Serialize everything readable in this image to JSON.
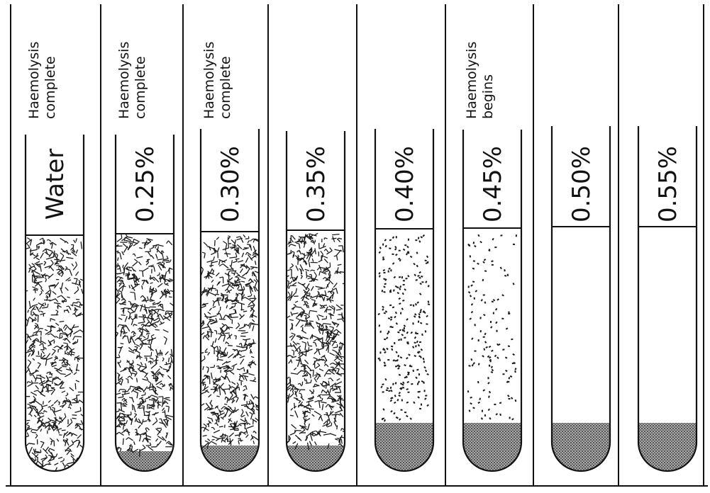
{
  "tubes": [
    {
      "label": "Water",
      "note": [
        "Haemolysis",
        "complete"
      ],
      "fill": "dense"
    },
    {
      "label": "0.25%",
      "note": [
        "Haemolysis",
        "complete"
      ],
      "fill": "dense"
    },
    {
      "label": "0.30%",
      "note": [
        "Haemolysis",
        "complete"
      ],
      "fill": "dense"
    },
    {
      "label": "0.35%",
      "note": [],
      "fill": "dense"
    },
    {
      "label": "0.40%",
      "note": [],
      "fill": "sparse"
    },
    {
      "label": "0.45%",
      "note": [
        "Haemolysis",
        "begins"
      ],
      "fill": "sparse"
    },
    {
      "label": "0.50%",
      "note": [],
      "fill": "clear"
    },
    {
      "label": "0.55%",
      "note": [],
      "fill": "clear"
    }
  ],
  "colors": {
    "line": "#111111",
    "sediment": "#8a8a8a",
    "background": "#ffffff"
  }
}
